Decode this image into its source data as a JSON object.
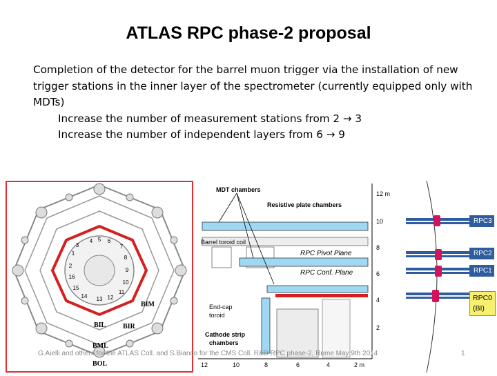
{
  "slide": {
    "title": "ATLAS RPC phase-2 proposal",
    "paragraph": "Completion of the detector for the barrel muon trigger via the installation of new trigger stations in the inner layer of the spectrometer (currently equipped only with MDTs)",
    "bullet1": "Increase the number of measurement stations from 2 → 3",
    "bullet2": "Increase the number of independent layers from 6 → 9",
    "footer": "G.Aielli and others for the ATLAS Coll. and S.Bianco for the CMS Coll. R&D RPC phase-2, Rome May 9th 2014",
    "page_number": "1"
  },
  "left_figure": {
    "sector_numbers": [
      "1",
      "2",
      "3",
      "4",
      "5",
      "6",
      "7",
      "8",
      "9",
      "10",
      "11",
      "12",
      "13",
      "14",
      "15",
      "16"
    ],
    "station_labels": {
      "bim": "BIM",
      "bil": "BIL",
      "bir": "BIR",
      "bml": "BML",
      "bol": "BOL"
    }
  },
  "mid_figure": {
    "labels": {
      "mdt": "MDT chambers",
      "rpc": "Resistive plate chambers",
      "toroid": "Barrel toroid coil",
      "pivot": "RPC Pivot Plane",
      "conf": "RPC Conf. Plane",
      "endcap1": "End-cap",
      "endcap2": "toroid",
      "csc1": "Cathode strip",
      "csc2": "chambers"
    },
    "y_ticks": [
      "12 m",
      "10",
      "8",
      "6",
      "4",
      "2"
    ],
    "x_ticks": [
      "12",
      "10",
      "8",
      "6",
      "4",
      "2 m"
    ]
  },
  "right_figure": {
    "labels": [
      "RPC3",
      "RPC2",
      "RPC1",
      "RPC0",
      "(BI)"
    ],
    "colors": {
      "label_bg": "#2e5c9e",
      "bi_bg": "#f7f06e",
      "chamber": "#d4145a"
    }
  }
}
